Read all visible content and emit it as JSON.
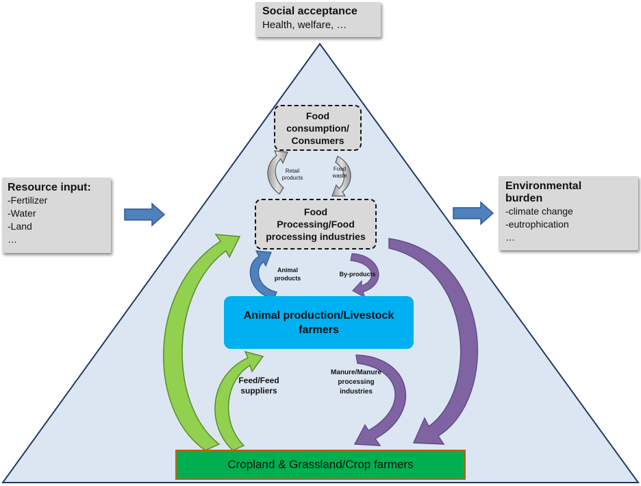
{
  "social": {
    "title": "Social acceptance",
    "subtitle": "Health, welfare, …"
  },
  "resource": {
    "title": "Resource input:",
    "items": [
      "-Fertilizer",
      "-Water",
      "-Land",
      "…"
    ]
  },
  "environment": {
    "title_line1": "Environmental",
    "title_line2": "burden",
    "items": [
      "-climate change",
      "-eutrophication",
      "…"
    ]
  },
  "consumption": {
    "line1": "Food",
    "line2": "consumption/",
    "line3": "Consumers"
  },
  "processing": {
    "line1": "Food",
    "line2": "Processing/Food",
    "line3": "processing industries"
  },
  "livestock": {
    "line1": "Animal production/Livestock",
    "line2": "farmers"
  },
  "cropland": {
    "label": "Cropland & Grassland/Crop farmers"
  },
  "flows": {
    "retail_line1": "Retail",
    "retail_line2": "products",
    "waste_line1": "Food",
    "waste_line2": "waste",
    "animal_line1": "Animal",
    "animal_line2": "products",
    "byproducts": "By-products",
    "feed_line1": "Feed/Feed",
    "feed_line2": "suppliers",
    "manure_line1": "Manure/Manure",
    "manure_line2": "processing",
    "manure_line3": "industries"
  },
  "colors": {
    "triangle": "#dce6f2",
    "livestock": "#00b0f0",
    "cropland": "#00b050",
    "cropland_border": "#c55a11",
    "green_arrow": "#92d050",
    "purple_arrow": "#8064a2",
    "blue_arrow": "#4f81bd",
    "red_arrow": "#ff0000"
  }
}
